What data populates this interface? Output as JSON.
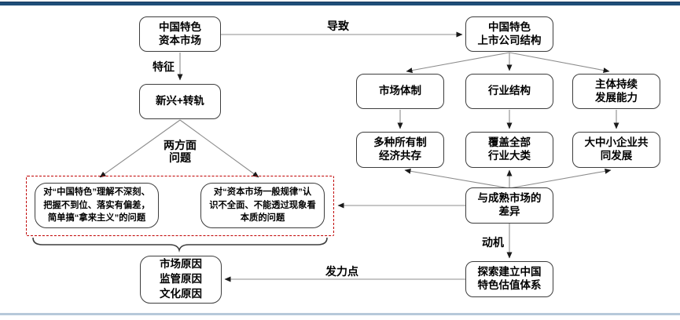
{
  "diagram": {
    "title_hint": "中国特色估值体系逻辑图",
    "colors": {
      "top_rule": "#1f4e79",
      "bottom_rule": "#b7c9da",
      "dashed_box_red": "#c00000",
      "box_border": "#3d3d3d",
      "connector_line": "#8c8c8c",
      "arrowhead": "#1a1a1a"
    },
    "nodes": {
      "capital_market": {
        "lines": [
          "中国特色",
          "资本市场"
        ]
      },
      "emerging_transition": {
        "lines": [
          "新兴+转轨"
        ]
      },
      "listed_structure": {
        "lines": [
          "中国特色",
          "上市公司结构"
        ]
      },
      "market_system": {
        "lines": [
          "市场体制"
        ]
      },
      "industry_structure": {
        "lines": [
          "行业结构"
        ]
      },
      "entity_capability": {
        "lines": [
          "主体持续",
          "发展能力"
        ]
      },
      "ownership_coexist": {
        "lines": [
          "多种所有制",
          "经济共存"
        ]
      },
      "industry_coverage": {
        "lines": [
          "覆盖全部",
          "行业大类"
        ]
      },
      "enterprise_dev": {
        "lines": [
          "大中小企业共",
          "同发展"
        ]
      },
      "mature_gap": {
        "lines": [
          "与成熟市场的",
          "差异"
        ]
      },
      "valuation_system": {
        "lines": [
          "探索建立中国",
          "特色估值体系"
        ]
      },
      "problem_left": {
        "lines": [
          "对“中国特色”理解不深刻、",
          "把握不到位、落实有偏差，",
          "简单搞“拿来主义”的问题"
        ]
      },
      "problem_right": {
        "lines": [
          "对“资本市场一般规律”认",
          "识不全面、不能透过现象看",
          "本质的问题"
        ]
      },
      "reasons": {
        "lines": [
          "市场原因",
          "监管原因",
          "文化原因"
        ]
      }
    },
    "edge_labels": {
      "daozhi": "导致",
      "tezheng": "特征",
      "liangfangmian": {
        "lines": [
          "两方面",
          "问题"
        ]
      },
      "dongji": "动机",
      "falidian": "发力点"
    }
  }
}
